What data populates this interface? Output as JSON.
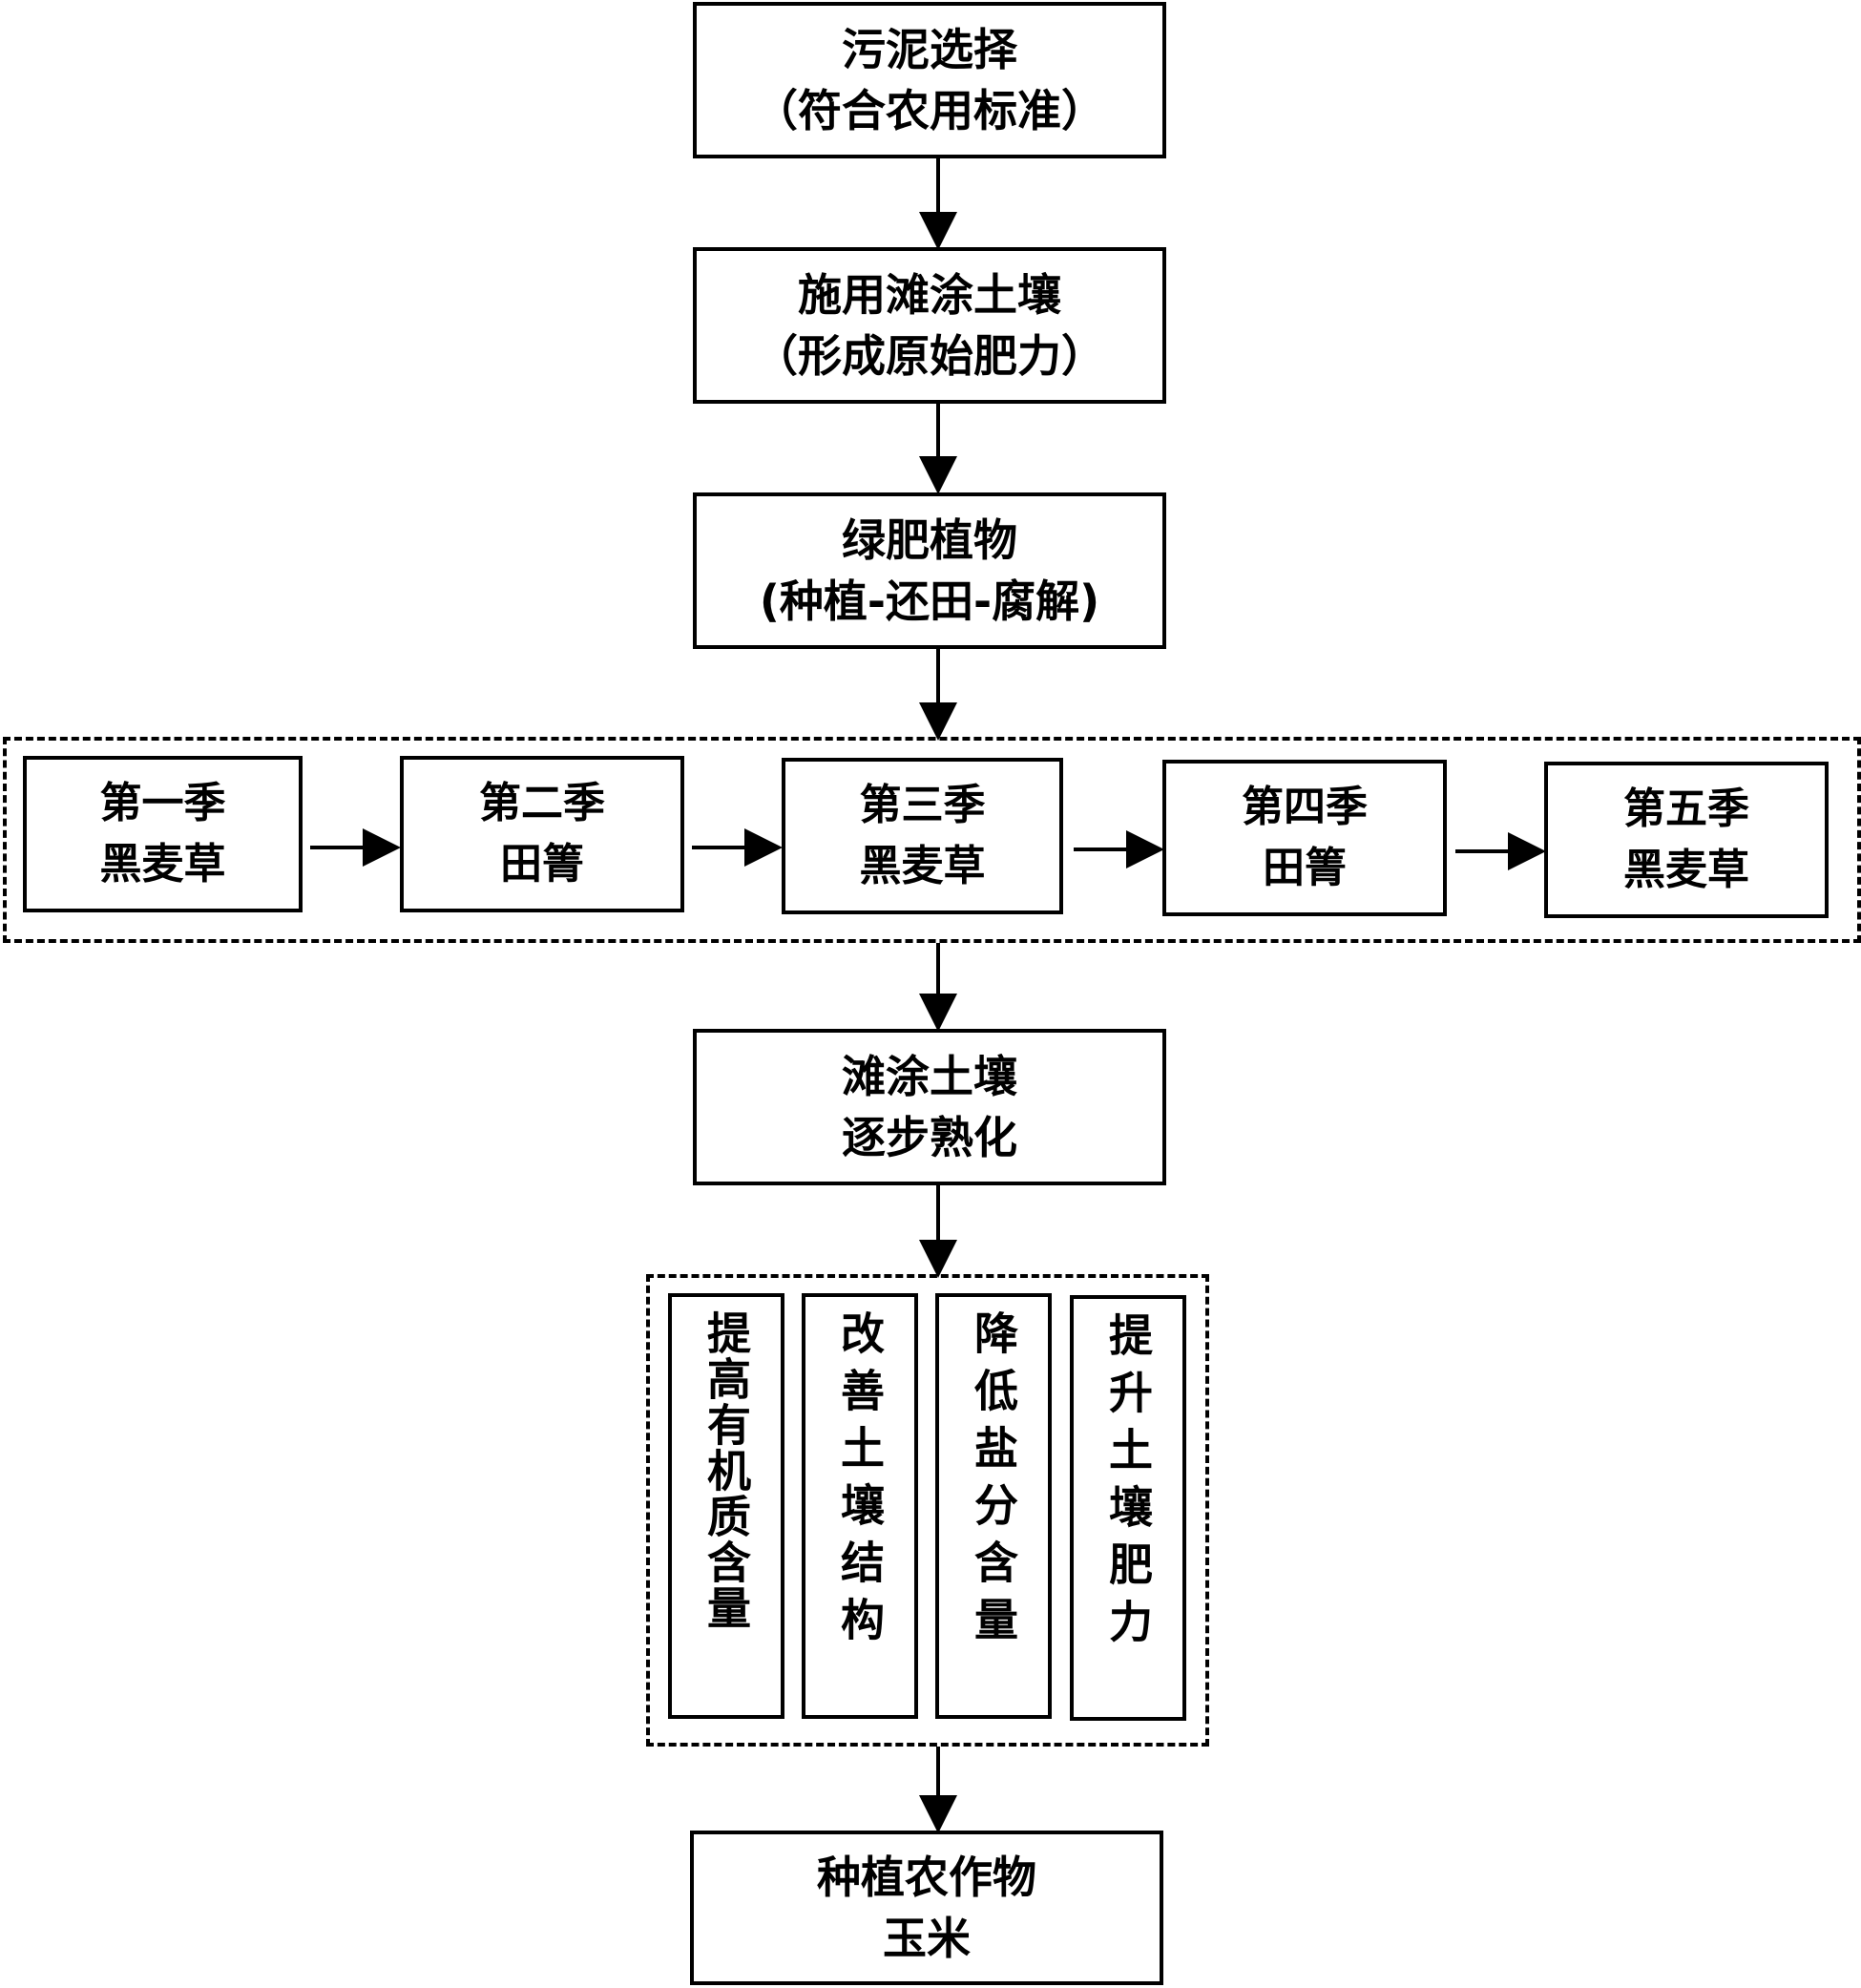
{
  "steps": {
    "sludge": {
      "line1": "污泥选择",
      "line2": "（符合农用标准）"
    },
    "apply": {
      "line1": "施用滩涂土壤",
      "line2": "（形成原始肥力）"
    },
    "green": {
      "line1": "绿肥植物",
      "line2": "(种植-还田-腐解)"
    },
    "mature": {
      "line1": "滩涂土壤",
      "line2": "逐步熟化"
    },
    "crop": {
      "line1": "种植农作物",
      "line2": "玉米"
    }
  },
  "seasons": [
    {
      "season": "第一季",
      "plant": "黑麦草"
    },
    {
      "season": "第二季",
      "plant": "田箐"
    },
    {
      "season": "第三季",
      "plant": "黑麦草"
    },
    {
      "season": "第四季",
      "plant": "田箐"
    },
    {
      "season": "第五季",
      "plant": "黑麦草"
    }
  ],
  "effects": [
    "提高有机质含量",
    "改善土壤结构",
    "降低盐分含量",
    "提升土壤肥力"
  ]
}
